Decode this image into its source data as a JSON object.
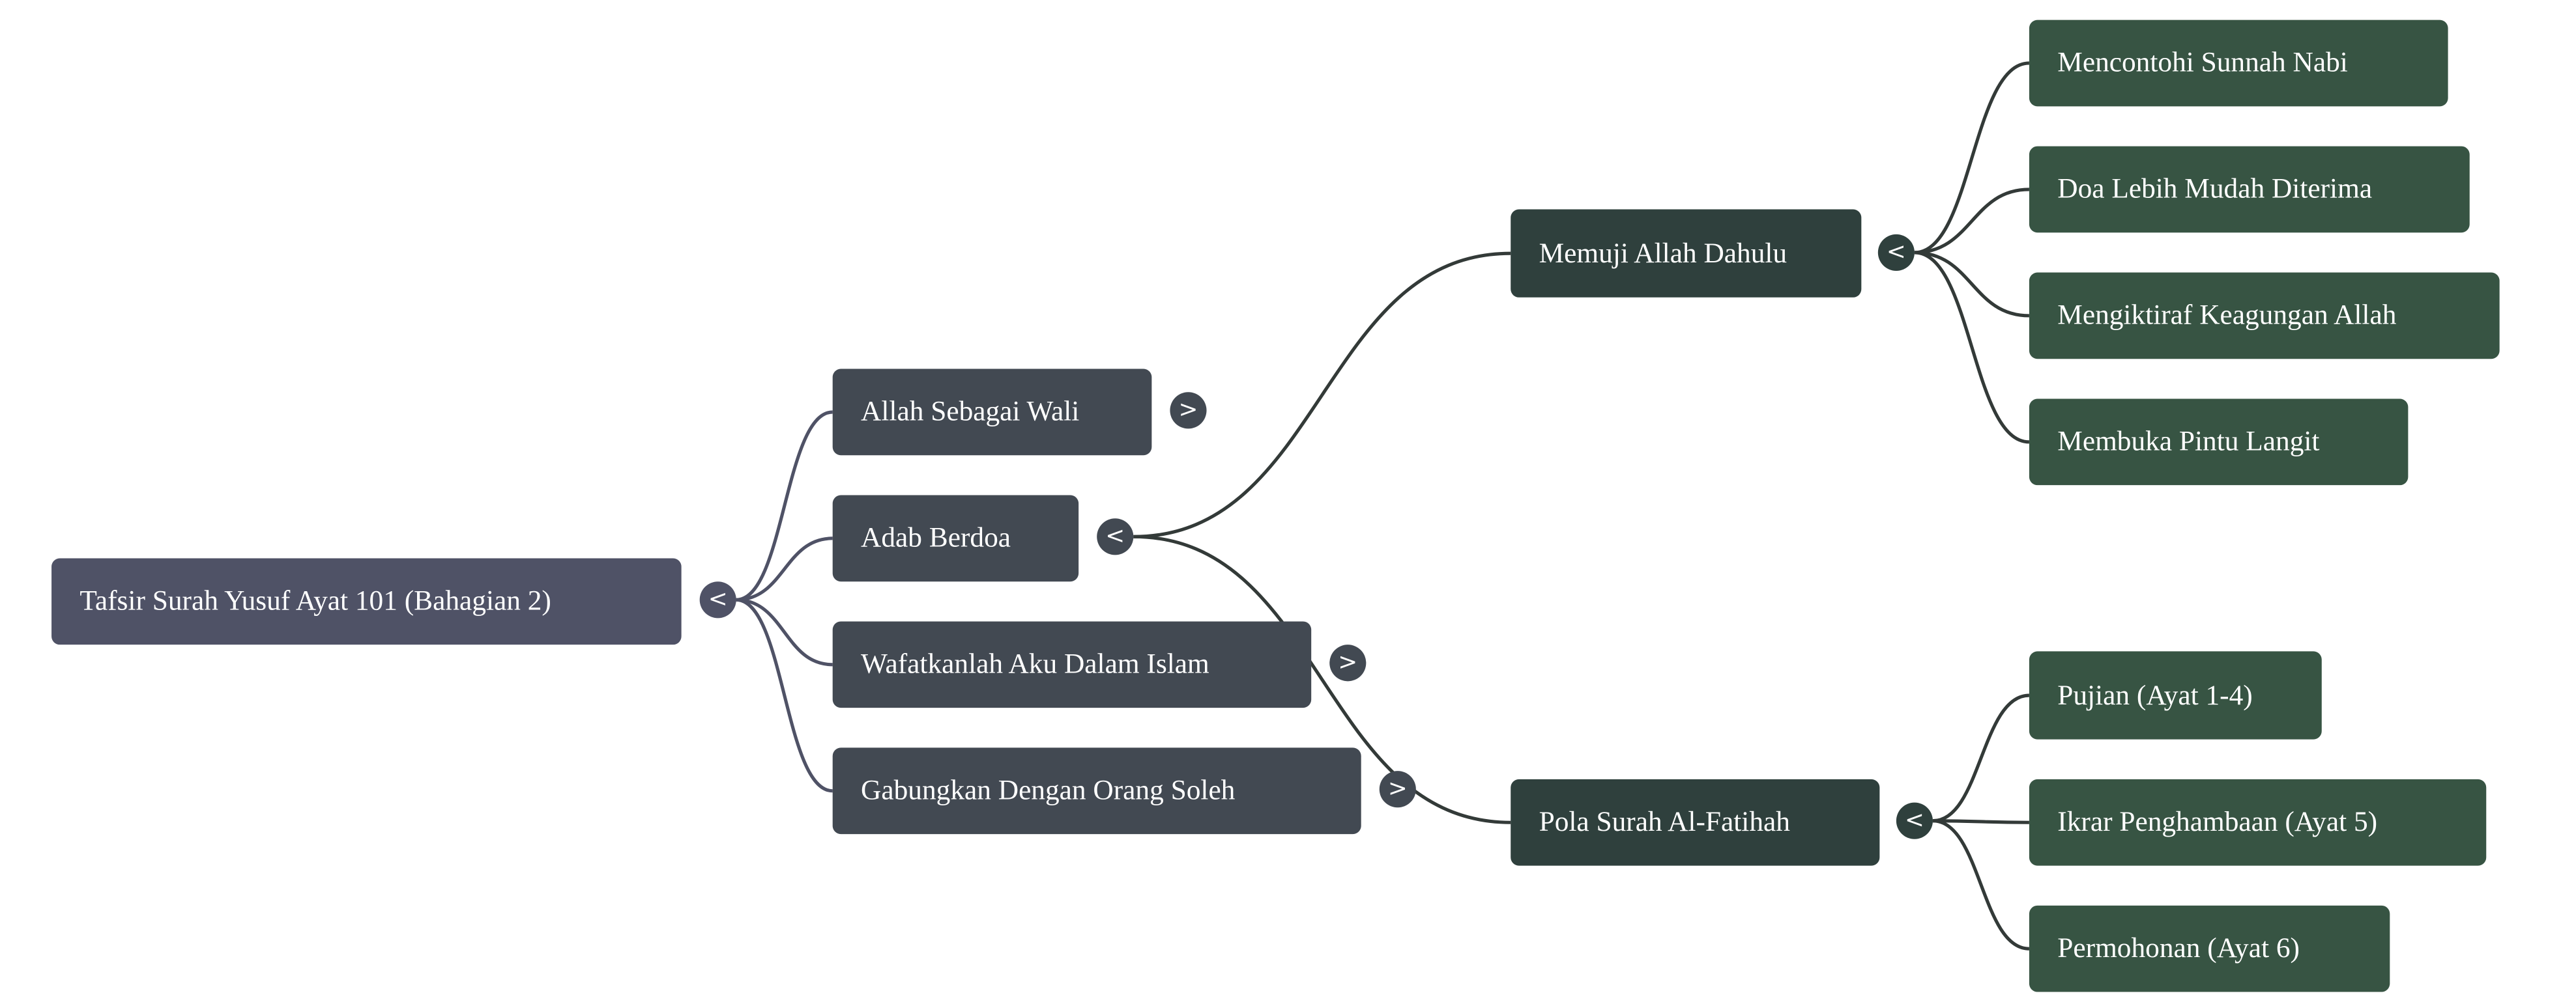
{
  "colors": {
    "root": "#4f5266",
    "level1": "#424952",
    "level2": "#2f403d",
    "level3": "#375443",
    "root_link": "#4f5266",
    "link": "#333a38",
    "background": "#ffffff"
  },
  "mindmap": {
    "root": {
      "label": "Tafsir Surah Yusuf Ayat 101 (Bahagian 2)",
      "toggle": "<"
    },
    "branches": [
      {
        "label": "Allah Sebagai Wali",
        "toggle": ">"
      },
      {
        "label": "Adab Berdoa",
        "toggle": "<",
        "children": [
          {
            "label": "Memuji Allah Dahulu",
            "toggle": "<",
            "children": [
              {
                "label": "Mencontohi Sunnah Nabi"
              },
              {
                "label": "Doa Lebih Mudah Diterima"
              },
              {
                "label": "Mengiktiraf Keagungan Allah"
              },
              {
                "label": "Membuka Pintu Langit"
              }
            ]
          },
          {
            "label": "Pola Surah Al-Fatihah",
            "toggle": "<",
            "children": [
              {
                "label": "Pujian (Ayat 1-4)"
              },
              {
                "label": "Ikrar Penghambaan (Ayat 5)"
              },
              {
                "label": "Permohonan (Ayat 6)"
              }
            ]
          }
        ]
      },
      {
        "label": "Wafatkanlah Aku Dalam Islam",
        "toggle": ">"
      },
      {
        "label": "Gabungkan Dengan Orang Soleh",
        "toggle": ">"
      }
    ]
  }
}
